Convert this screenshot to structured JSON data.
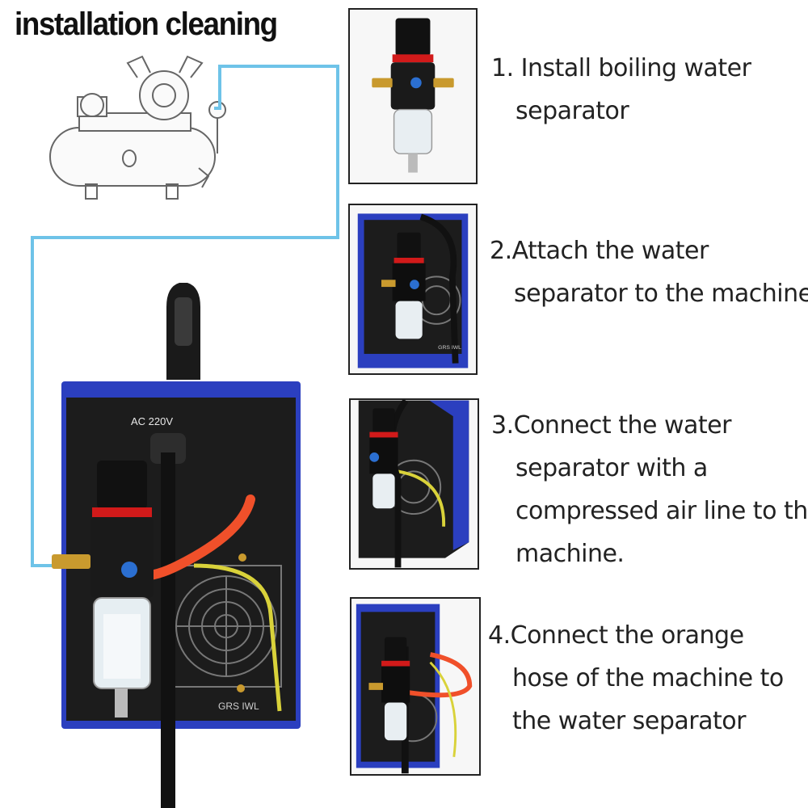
{
  "title": "installation cleaning",
  "machine": {
    "voltage_label": "AC  220V",
    "brand_label": "GRS IWL"
  },
  "steps": [
    {
      "line1": "1. Install boiling water",
      "line2": "separator"
    },
    {
      "line1": "2.Attach the water",
      "line2": "separator to the machine."
    },
    {
      "line1": "3.Connect the water",
      "line2": "separator with a",
      "line3": "compressed air line to the",
      "line4": "machine."
    },
    {
      "line1": "4.Connect the orange",
      "line2": "hose of the machine to",
      "line3": "the water separator"
    }
  ],
  "colors": {
    "machine_blue": "#2b3fbf",
    "panel_black": "#1c1c1c",
    "air_line": "#6ec3e8",
    "orange_hose": "#f0502a",
    "yellow_wire": "#d9d23a",
    "brass": "#c99a2e",
    "red_ring": "#d11a1a"
  }
}
